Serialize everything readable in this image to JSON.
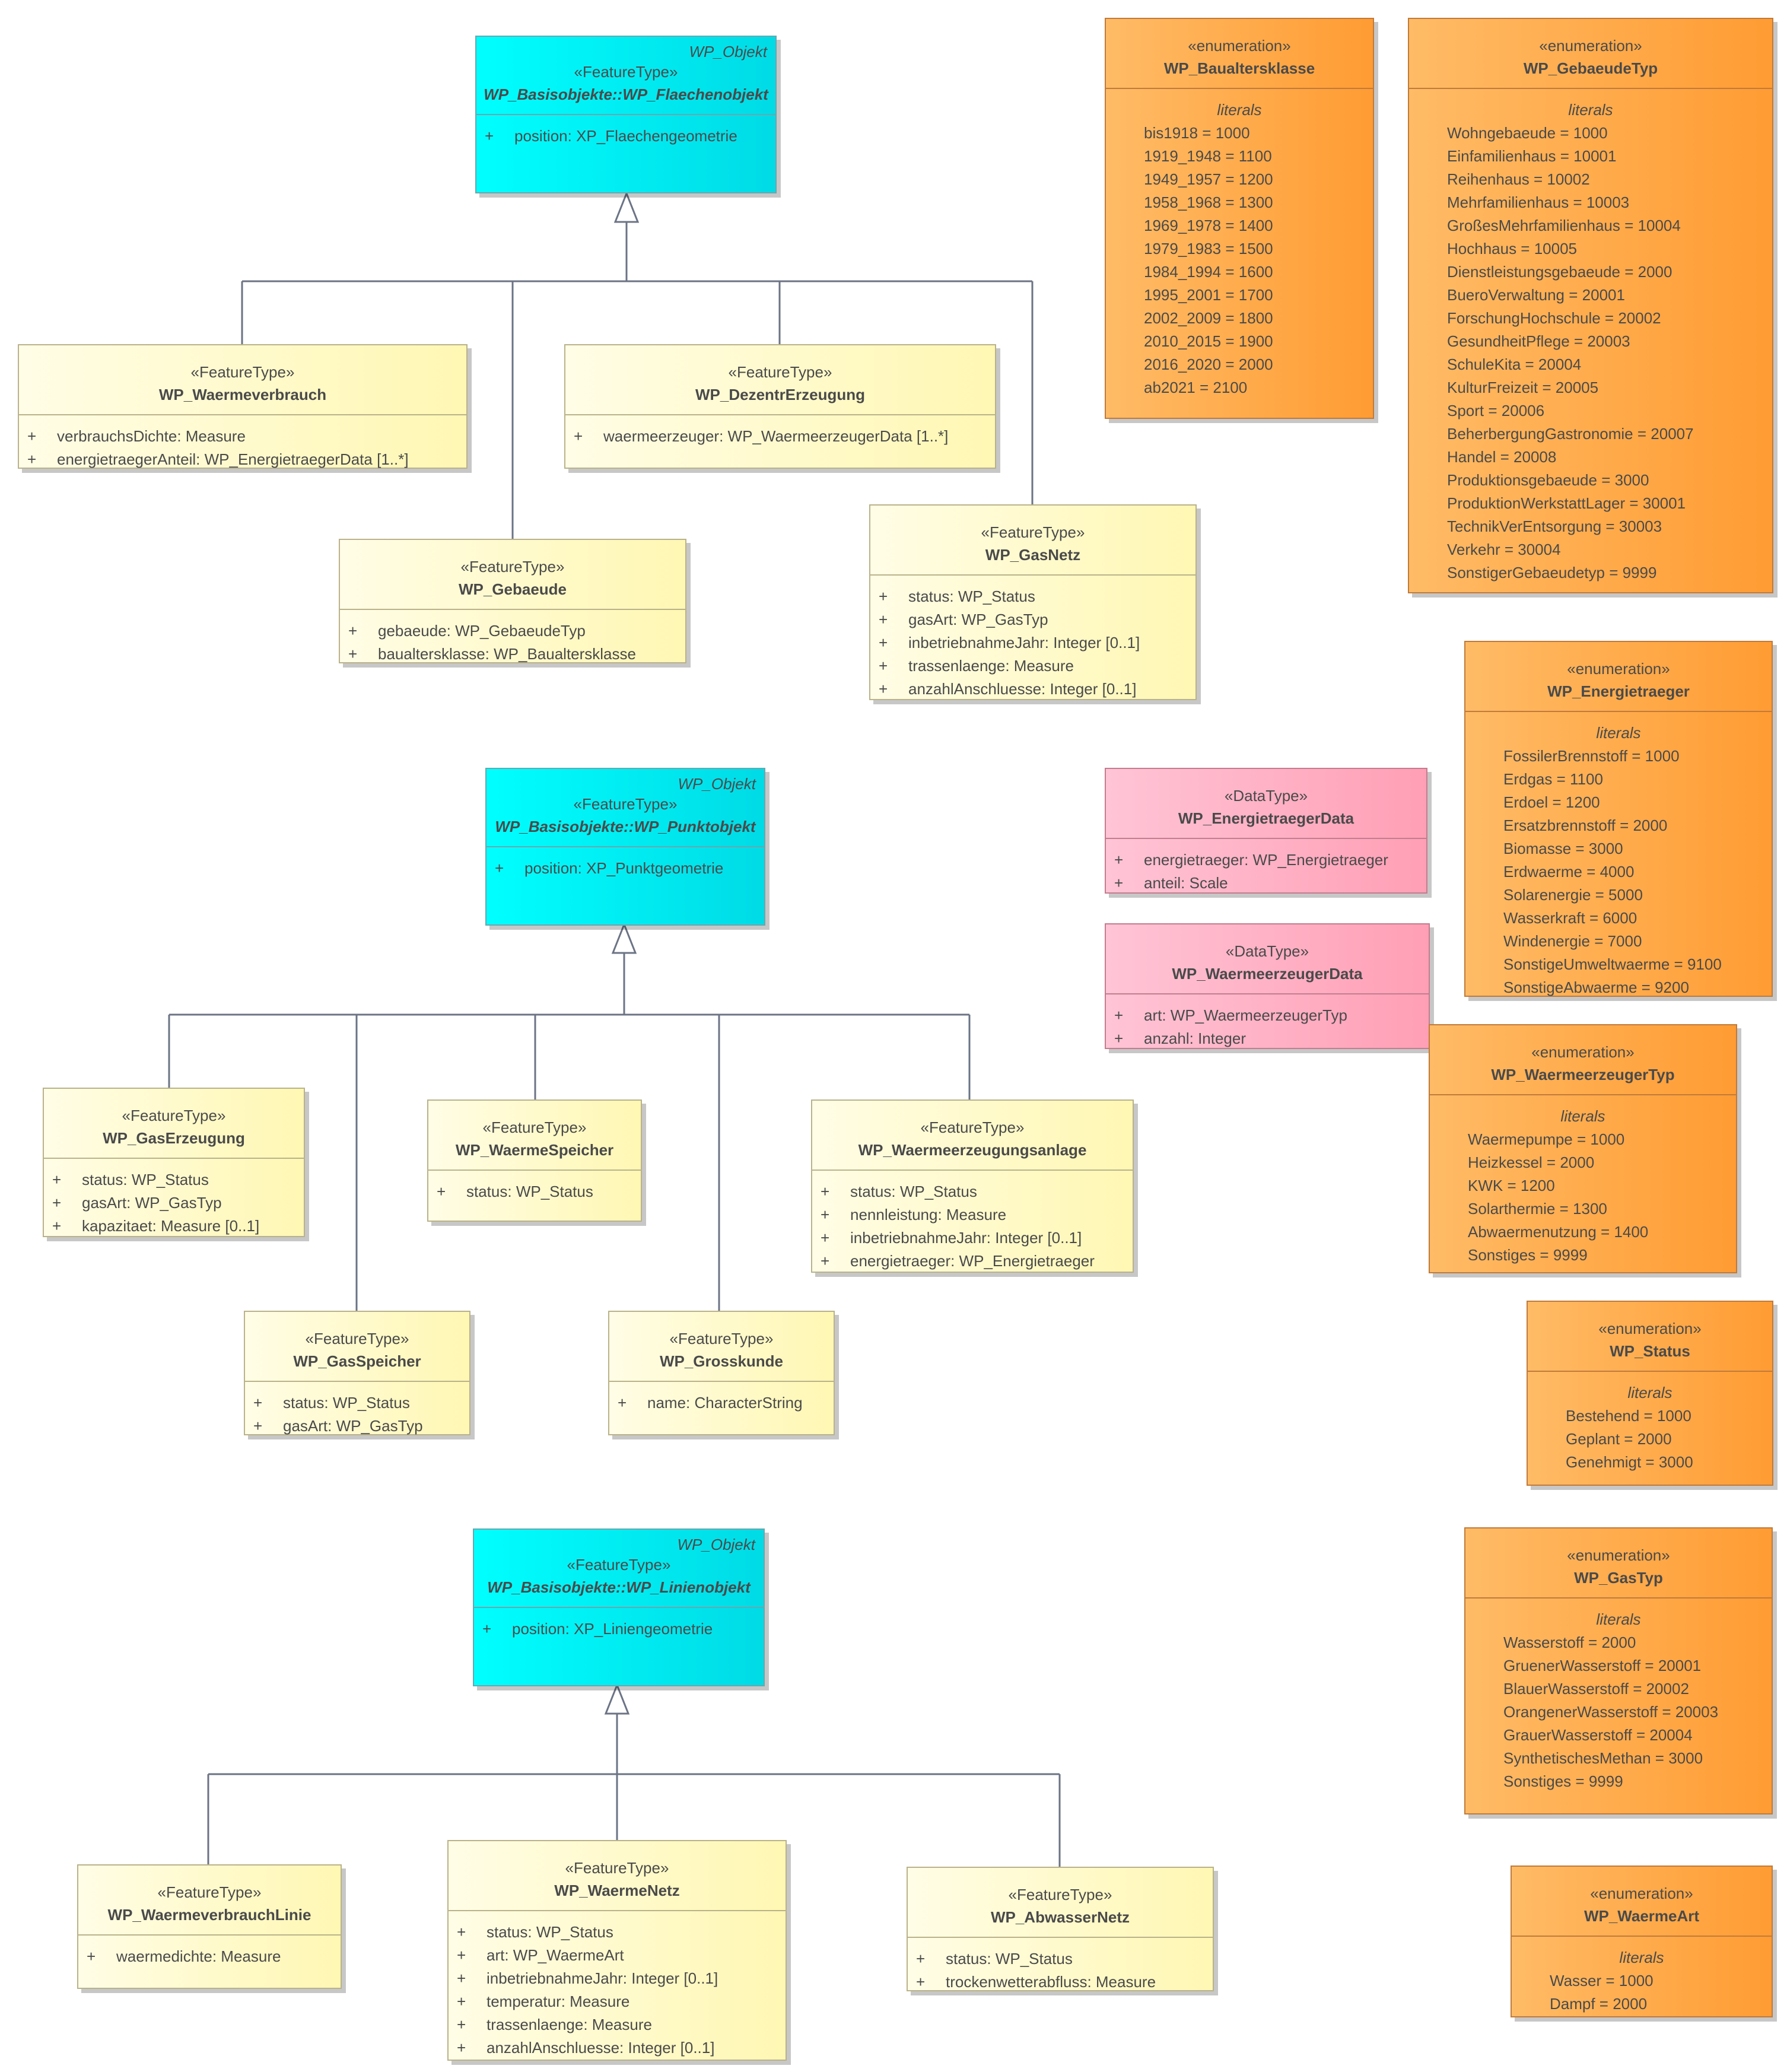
{
  "base_tag": "WP_Objekt",
  "feature_stereotype": "«FeatureType»",
  "enum_stereotype": "«enumeration»",
  "datatype_stereotype": "«DataType»",
  "literals_label": "literals",
  "classes": {
    "flaechenobjekt": {
      "name": "WP_Basisobjekte::WP_Flaechenobjekt",
      "attrs": [
        {
          "vis": "+",
          "text": "position: XP_Flaechengeometrie"
        }
      ]
    },
    "waermeverbrauch": {
      "name": "WP_Waermeverbrauch",
      "attrs": [
        {
          "vis": "+",
          "text": "verbrauchsDichte: Measure"
        },
        {
          "vis": "+",
          "text": "energietraegerAnteil: WP_EnergietraegerData [1..*]"
        }
      ]
    },
    "dezentrerzeugung": {
      "name": "WP_DezentrErzeugung",
      "attrs": [
        {
          "vis": "+",
          "text": "waermeerzeuger: WP_WaermeerzeugerData [1..*]"
        }
      ]
    },
    "gebaeude": {
      "name": "WP_Gebaeude",
      "attrs": [
        {
          "vis": "+",
          "text": "gebaeude: WP_GebaeudeTyp"
        },
        {
          "vis": "+",
          "text": "baualtersklasse: WP_Baualtersklasse"
        }
      ]
    },
    "gasnetz": {
      "name": "WP_GasNetz",
      "attrs": [
        {
          "vis": "+",
          "text": "status: WP_Status"
        },
        {
          "vis": "+",
          "text": "gasArt: WP_GasTyp"
        },
        {
          "vis": "+",
          "text": "inbetriebnahmeJahr: Integer [0..1]"
        },
        {
          "vis": "+",
          "text": "trassenlaenge: Measure"
        },
        {
          "vis": "+",
          "text": "anzahlAnschluesse: Integer [0..1]"
        }
      ]
    },
    "punktobjekt": {
      "name": "WP_Basisobjekte::WP_Punktobjekt",
      "attrs": [
        {
          "vis": "+",
          "text": "position: XP_Punktgeometrie"
        }
      ]
    },
    "gaserzeugung": {
      "name": "WP_GasErzeugung",
      "attrs": [
        {
          "vis": "+",
          "text": "status: WP_Status"
        },
        {
          "vis": "+",
          "text": "gasArt: WP_GasTyp"
        },
        {
          "vis": "+",
          "text": "kapazitaet: Measure [0..1]"
        }
      ]
    },
    "waermespeicher": {
      "name": "WP_WaermeSpeicher",
      "attrs": [
        {
          "vis": "+",
          "text": "status: WP_Status"
        }
      ]
    },
    "waermeerzeugungsanlage": {
      "name": "WP_Waermeerzeugungsanlage",
      "attrs": [
        {
          "vis": "+",
          "text": "status: WP_Status"
        },
        {
          "vis": "+",
          "text": "nennleistung: Measure"
        },
        {
          "vis": "+",
          "text": "inbetriebnahmeJahr: Integer [0..1]"
        },
        {
          "vis": "+",
          "text": "energietraeger: WP_Energietraeger"
        }
      ]
    },
    "gasspeicher": {
      "name": "WP_GasSpeicher",
      "attrs": [
        {
          "vis": "+",
          "text": "status: WP_Status"
        },
        {
          "vis": "+",
          "text": "gasArt: WP_GasTyp"
        }
      ]
    },
    "grosskunde": {
      "name": "WP_Grosskunde",
      "attrs": [
        {
          "vis": "+",
          "text": "name: CharacterString"
        }
      ]
    },
    "linienobjekt": {
      "name": "WP_Basisobjekte::WP_Linienobjekt",
      "attrs": [
        {
          "vis": "+",
          "text": "position: XP_Liniengeometrie"
        }
      ]
    },
    "waermeverbrauchlinie": {
      "name": "WP_WaermeverbrauchLinie",
      "attrs": [
        {
          "vis": "+",
          "text": "waermedichte: Measure"
        }
      ]
    },
    "waermenetz": {
      "name": "WP_WaermeNetz",
      "attrs": [
        {
          "vis": "+",
          "text": "status: WP_Status"
        },
        {
          "vis": "+",
          "text": "art: WP_WaermeArt"
        },
        {
          "vis": "+",
          "text": "inbetriebnahmeJahr: Integer [0..1]"
        },
        {
          "vis": "+",
          "text": "temperatur: Measure"
        },
        {
          "vis": "+",
          "text": "trassenlaenge: Measure"
        },
        {
          "vis": "+",
          "text": "anzahlAnschluesse: Integer [0..1]"
        }
      ]
    },
    "abwassernetz": {
      "name": "WP_AbwasserNetz",
      "attrs": [
        {
          "vis": "+",
          "text": "status: WP_Status"
        },
        {
          "vis": "+",
          "text": "trockenwetterabfluss: Measure"
        }
      ]
    },
    "energietraegerdata": {
      "name": "WP_EnergietraegerData",
      "attrs": [
        {
          "vis": "+",
          "text": "energietraeger: WP_Energietraeger"
        },
        {
          "vis": "+",
          "text": "anteil: Scale"
        }
      ]
    },
    "waermeerzeugerdata": {
      "name": "WP_WaermeerzeugerData",
      "attrs": [
        {
          "vis": "+",
          "text": "art: WP_WaermeerzeugerTyp"
        },
        {
          "vis": "+",
          "text": "anzahl: Integer"
        }
      ]
    },
    "baualtersklasse": {
      "name": "WP_Baualtersklasse",
      "literals": [
        "bis1918 = 1000",
        "1919_1948 = 1100",
        "1949_1957 = 1200",
        "1958_1968 = 1300",
        "1969_1978 = 1400",
        "1979_1983 = 1500",
        "1984_1994 = 1600",
        "1995_2001 = 1700",
        "2002_2009 = 1800",
        "2010_2015 = 1900",
        "2016_2020 = 2000",
        "ab2021 = 2100"
      ]
    },
    "gebaeudetyp": {
      "name": "WP_GebaeudeTyp",
      "literals": [
        "Wohngebaeude = 1000",
        "Einfamilienhaus = 10001",
        "Reihenhaus = 10002",
        "Mehrfamilienhaus = 10003",
        "GroßesMehrfamilienhaus = 10004",
        "Hochhaus = 10005",
        "Dienstleistungsgebaeude = 2000",
        "BueroVerwaltung = 20001",
        "ForschungHochschule = 20002",
        "GesundheitPflege = 20003",
        "SchuleKita = 20004",
        "KulturFreizeit = 20005",
        "Sport = 20006",
        "BeherbergungGastronomie = 20007",
        "Handel = 20008",
        "Produktionsgebaeude = 3000",
        "ProduktionWerkstattLager = 30001",
        "TechnikVerEntsorgung = 30003",
        "Verkehr = 30004",
        "SonstigerGebaeudetyp = 9999"
      ]
    },
    "energietraeger": {
      "name": "WP_Energietraeger",
      "literals": [
        "FossilerBrennstoff = 1000",
        "Erdgas = 1100",
        "Erdoel = 1200",
        "Ersatzbrennstoff = 2000",
        "Biomasse = 3000",
        "Erdwaerme = 4000",
        "Solarenergie = 5000",
        "Wasserkraft = 6000",
        "Windenergie = 7000",
        "SonstigeUmweltwaerme = 9100",
        "SonstigeAbwaerme = 9200"
      ]
    },
    "waermeerzeugertyp": {
      "name": "WP_WaermeerzeugerTyp",
      "literals": [
        "Waermepumpe = 1000",
        "Heizkessel = 2000",
        "KWK = 1200",
        "Solarthermie = 1300",
        "Abwaermenutzung = 1400",
        "Sonstiges = 9999"
      ]
    },
    "status": {
      "name": "WP_Status",
      "literals": [
        "Bestehend = 1000",
        "Geplant = 2000",
        "Genehmigt = 3000"
      ]
    },
    "gastyp": {
      "name": "WP_GasTyp",
      "literals": [
        "Wasserstoff = 2000",
        "GruenerWasserstoff = 20001",
        "BlauerWasserstoff = 20002",
        "OrangenerWasserstoff = 20003",
        "GrauerWasserstoff = 20004",
        "SynthetischesMethan = 3000",
        "Sonstiges = 9999"
      ]
    },
    "waermeart": {
      "name": "WP_WaermeArt",
      "literals": [
        "Wasser = 1000",
        "Dampf = 2000"
      ]
    }
  }
}
